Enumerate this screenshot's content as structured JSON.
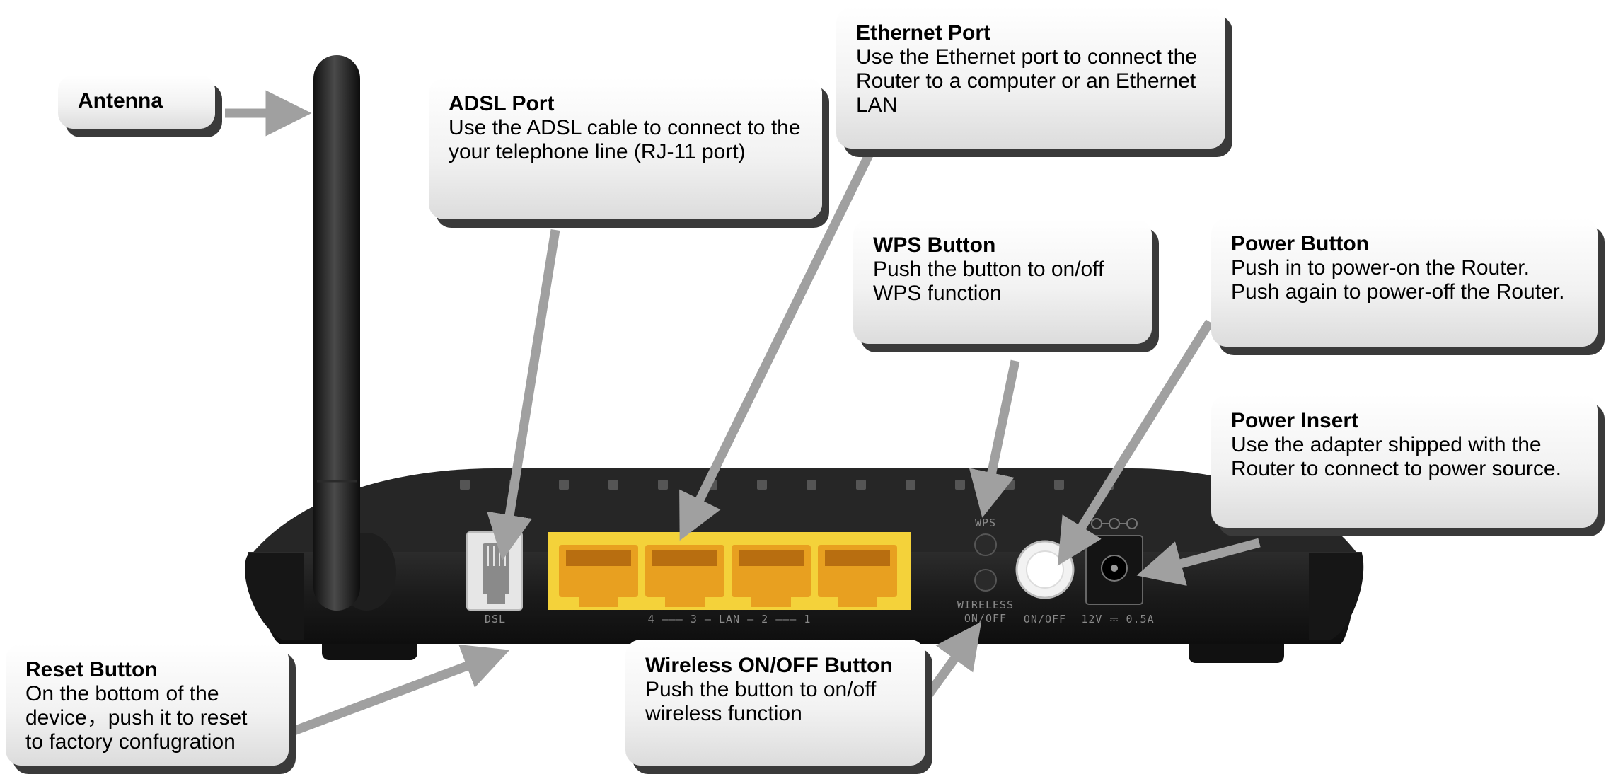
{
  "callouts": {
    "antenna": {
      "title": "Antenna"
    },
    "adsl": {
      "title": "ADSL Port",
      "desc": "Use the ADSL cable to connect to the your telephone line (RJ-11 port)"
    },
    "ethernet": {
      "title": "Ethernet Port",
      "desc": "Use the Ethernet port to connect the Router to a computer or an Ethernet LAN"
    },
    "wps": {
      "title": "WPS Button",
      "desc": "Push the button to on/off WPS function"
    },
    "power_button": {
      "title": "Power Button",
      "desc": "Push in to power-on the Router. Push again to power-off the Router."
    },
    "power_insert": {
      "title": "Power Insert",
      "desc": "Use the adapter shipped with the Router to connect to power source."
    },
    "reset": {
      "title": "Reset Button",
      "desc": "On the bottom of the device，push it to reset to factory confugration"
    },
    "wireless": {
      "title": "Wireless ON/OFF Button",
      "desc": "Push the button to on/off wireless function"
    }
  },
  "device_labels": {
    "dsl": "DSL",
    "lan": "4 ——— 3 — LAN — 2 ——— 1",
    "wps": "WPS",
    "wireless": "WIRELESS",
    "onoff": "ON/OFF",
    "onoff_power": "ON/OFF",
    "power_rating": "12V ⎓ 0.5A"
  },
  "colors": {
    "router_body": "#1c1c1c",
    "port_panel": "#f4d23a",
    "rj45_port": "#e8a020",
    "arrow": "#a0a0a0",
    "callout_shadow": "#3a3a3a"
  }
}
